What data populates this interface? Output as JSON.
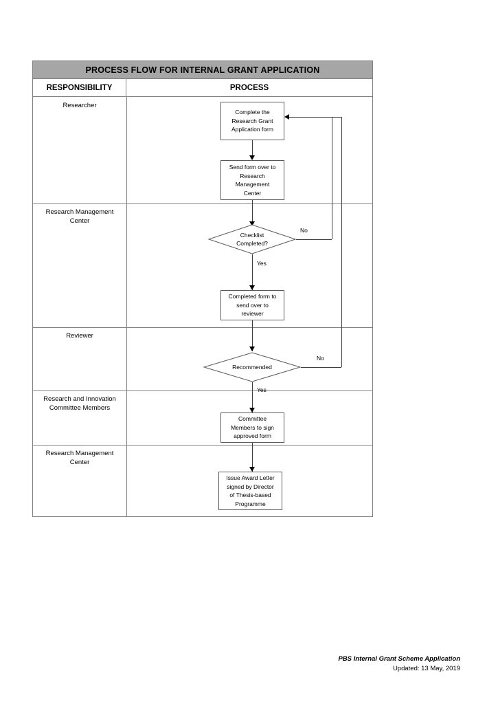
{
  "document": {
    "title": "PROCESS FLOW FOR INTERNAL GRANT APPLICATION",
    "columns": {
      "responsibility": "RESPONSIBILITY",
      "process": "PROCESS"
    }
  },
  "responsibilities": [
    {
      "id": "researcher",
      "label": "Researcher"
    },
    {
      "id": "research-management-center-1",
      "label": "Research Management\nCenter"
    },
    {
      "id": "reviewer",
      "label": "Reviewer"
    },
    {
      "id": "research-innovation-committee",
      "label": "Research and Innovation\nCommittee Members"
    },
    {
      "id": "research-management-center-2",
      "label": "Research Management\nCenter"
    }
  ],
  "flow": {
    "nodes": [
      {
        "id": "complete-form",
        "type": "process",
        "label": "Complete the\nResearch Grant\nApplication form"
      },
      {
        "id": "send-form",
        "type": "process",
        "label": "Send form over to\nResearch\nManagement\nCenter"
      },
      {
        "id": "checklist-completed",
        "type": "decision",
        "label": "Checklist\nCompleted?"
      },
      {
        "id": "completed-form-to-reviewer",
        "type": "process",
        "label": "Completed form to\nsend over to\nreviewer"
      },
      {
        "id": "recommended",
        "type": "decision",
        "label": "Recommended"
      },
      {
        "id": "committee-sign",
        "type": "process",
        "label": "Committee\nMembers to sign\napproved form"
      },
      {
        "id": "issue-award-letter",
        "type": "process",
        "label": "Issue Award Letter\nsigned by Director\nof Thesis-based\nProgramme"
      }
    ],
    "edge_labels": {
      "checklist_no": "No",
      "checklist_yes": "Yes",
      "recommended_no": "No",
      "recommended_yes": "Yes"
    }
  },
  "footer": {
    "doc_name": "PBS Internal Grant Scheme Application",
    "updated": "Updated:  13 May, 2019"
  },
  "colors": {
    "header_fill": "#a6a6a6",
    "table_border": "#808080",
    "shape_border": "#595959",
    "connector": "#3f3f3f",
    "text": "#000000",
    "page_background": "#ffffff"
  }
}
